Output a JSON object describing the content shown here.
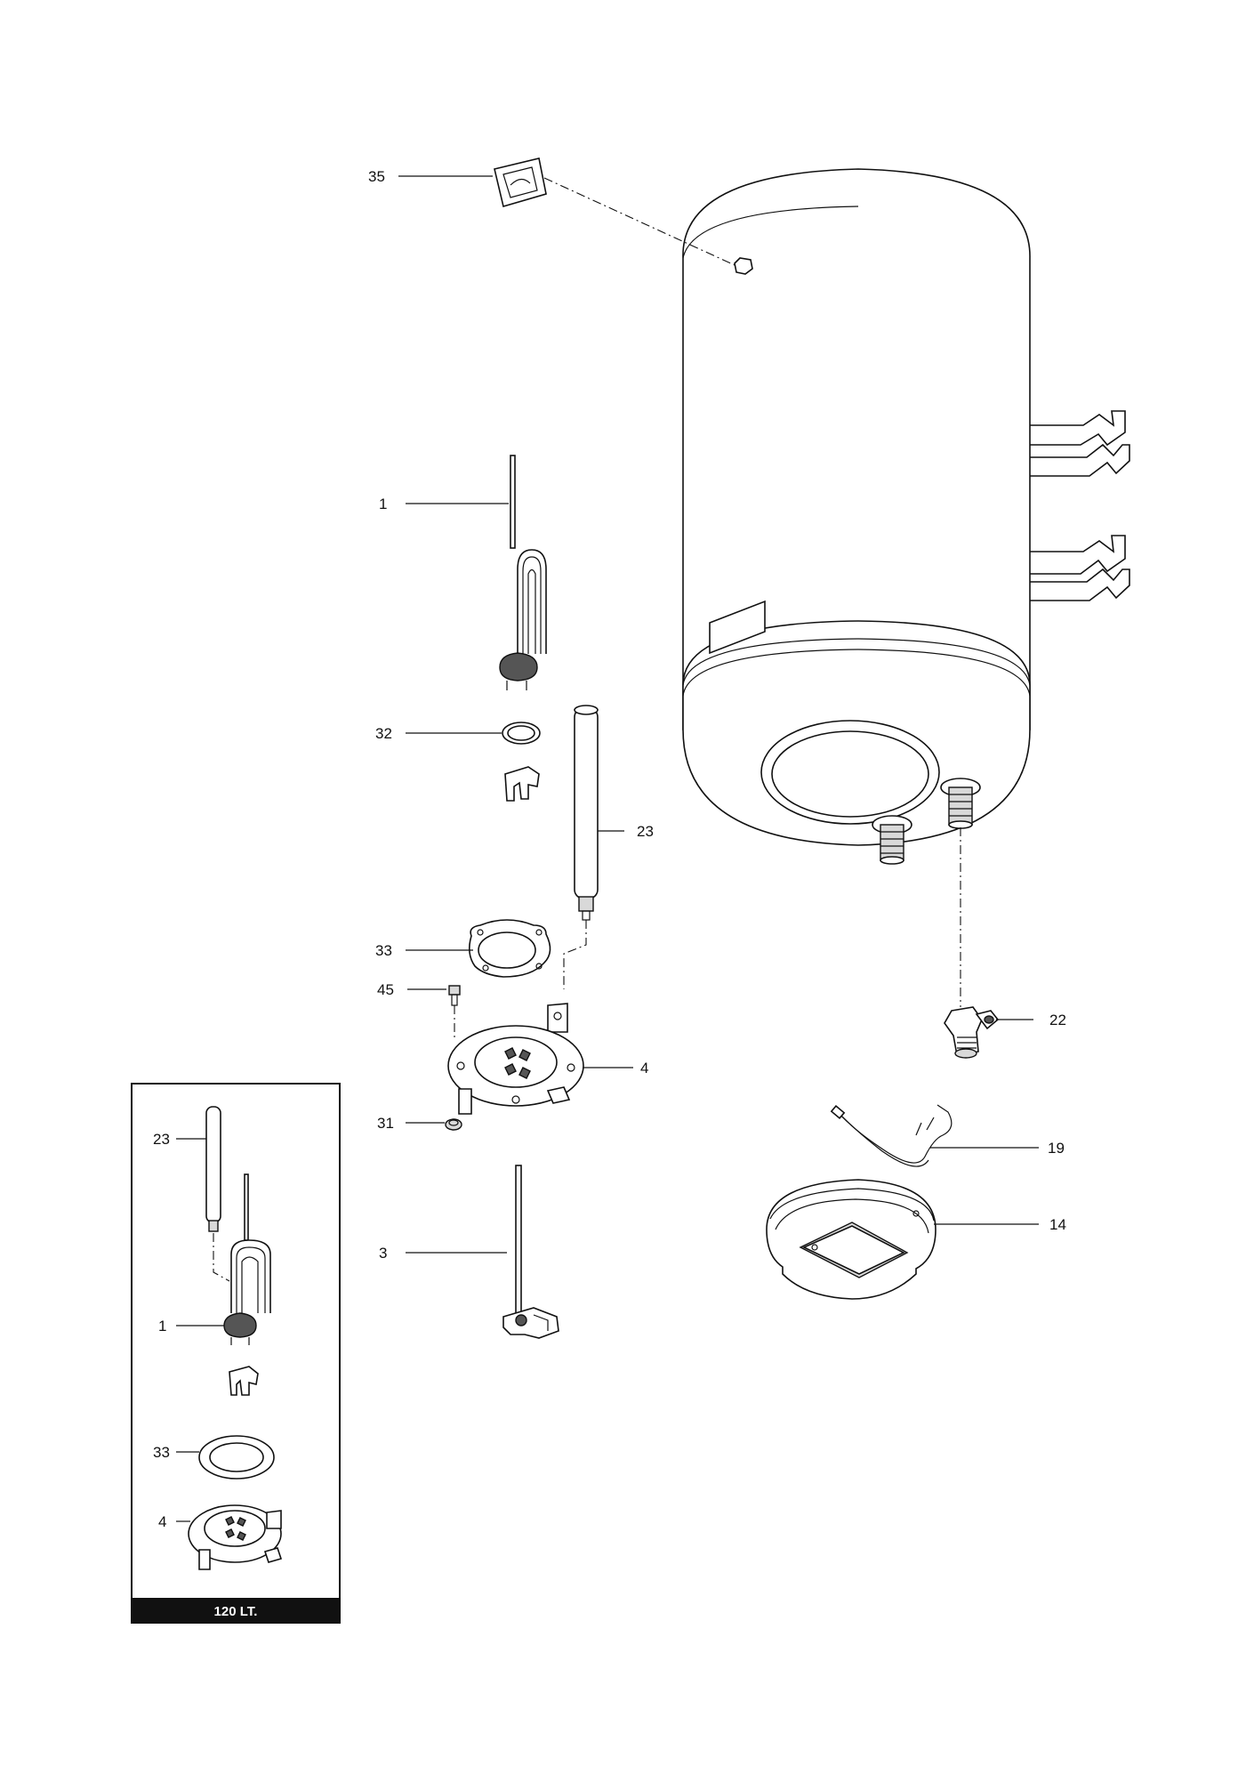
{
  "callouts": [
    {
      "id": "c35",
      "text": "35"
    },
    {
      "id": "c1",
      "text": "1"
    },
    {
      "id": "c32",
      "text": "32"
    },
    {
      "id": "c23",
      "text": "23"
    },
    {
      "id": "c33",
      "text": "33"
    },
    {
      "id": "c45",
      "text": "45"
    },
    {
      "id": "c4",
      "text": "4"
    },
    {
      "id": "c31",
      "text": "31"
    },
    {
      "id": "c3",
      "text": "3"
    },
    {
      "id": "c22",
      "text": "22"
    },
    {
      "id": "c19",
      "text": "19"
    },
    {
      "id": "c14",
      "text": "14"
    }
  ],
  "inset": {
    "title": "120 LT.",
    "callouts": [
      {
        "id": "i23",
        "text": "23"
      },
      {
        "id": "i1",
        "text": "1"
      },
      {
        "id": "i33",
        "text": "33"
      },
      {
        "id": "i4",
        "text": "4"
      }
    ]
  },
  "colors": {
    "line": "#111111",
    "background": "#ffffff",
    "shade": "#d9d9d9"
  }
}
